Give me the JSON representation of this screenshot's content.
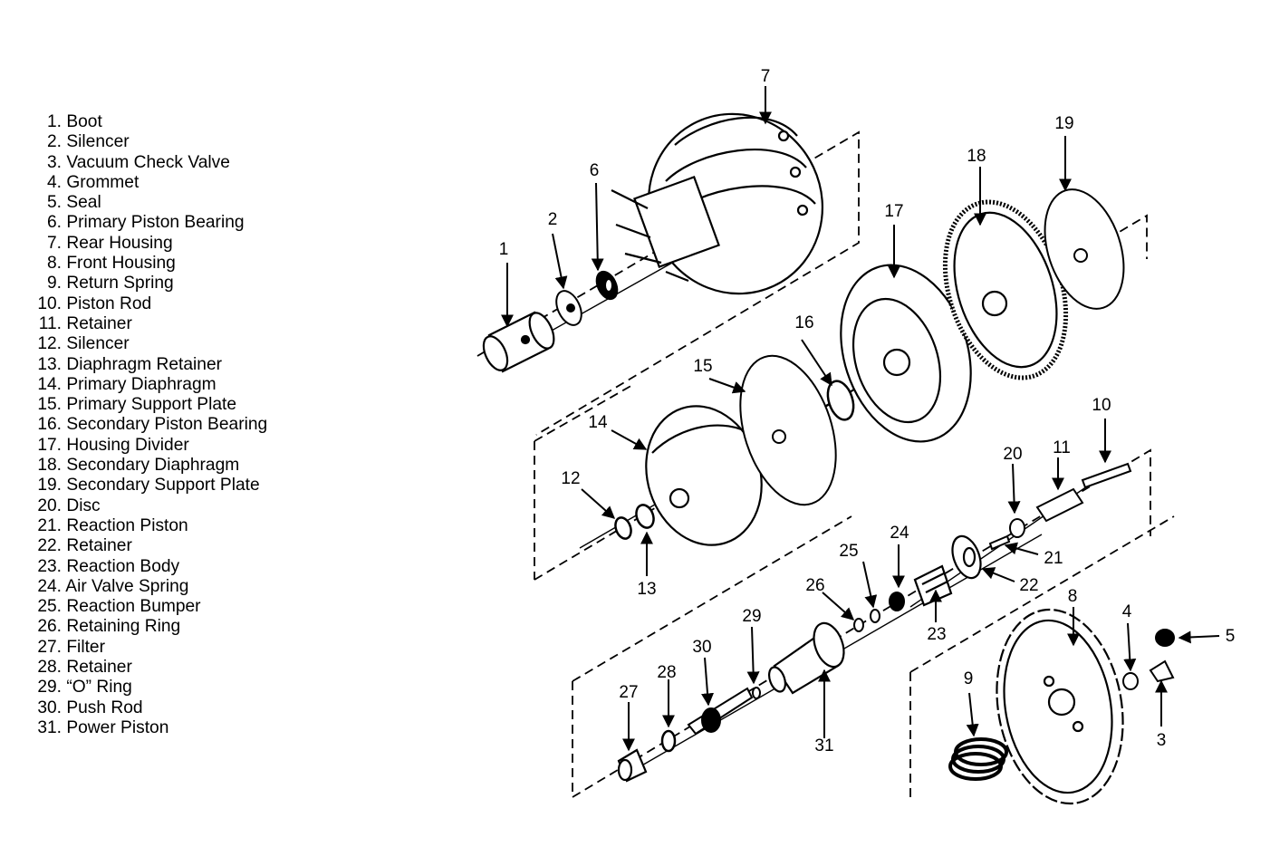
{
  "legend": [
    {
      "num": "1.",
      "label": "Boot"
    },
    {
      "num": "2.",
      "label": "Silencer"
    },
    {
      "num": "3.",
      "label": "Vacuum Check Valve"
    },
    {
      "num": "4.",
      "label": "Grommet"
    },
    {
      "num": "5.",
      "label": "Seal"
    },
    {
      "num": "6.",
      "label": "Primary Piston Bearing"
    },
    {
      "num": "7.",
      "label": "Rear Housing"
    },
    {
      "num": "8.",
      "label": "Front Housing"
    },
    {
      "num": "9.",
      "label": "Return Spring"
    },
    {
      "num": "10.",
      "label": "Piston Rod"
    },
    {
      "num": "11.",
      "label": "Retainer"
    },
    {
      "num": "12.",
      "label": "Silencer"
    },
    {
      "num": "13.",
      "label": "Diaphragm Retainer"
    },
    {
      "num": "14.",
      "label": "Primary Diaphragm"
    },
    {
      "num": "15.",
      "label": "Primary Support Plate"
    },
    {
      "num": "16.",
      "label": "Secondary Piston Bearing"
    },
    {
      "num": "17.",
      "label": "Housing Divider"
    },
    {
      "num": "18.",
      "label": "Secondary Diaphragm"
    },
    {
      "num": "19.",
      "label": "Secondary Support Plate"
    },
    {
      "num": "20.",
      "label": "Disc"
    },
    {
      "num": "21.",
      "label": "Reaction Piston"
    },
    {
      "num": "22.",
      "label": "Retainer"
    },
    {
      "num": "23.",
      "label": "Reaction Body"
    },
    {
      "num": "24.",
      "label": "Air Valve Spring"
    },
    {
      "num": "25.",
      "label": "Reaction Bumper"
    },
    {
      "num": "26.",
      "label": "Retaining Ring"
    },
    {
      "num": "27.",
      "label": "Filter"
    },
    {
      "num": "28.",
      "label": "Retainer"
    },
    {
      "num": "29.",
      "label": "“O” Ring"
    },
    {
      "num": "30.",
      "label": "Push Rod"
    },
    {
      "num": "31.",
      "label": "Power Piston"
    }
  ],
  "callouts": [
    "1",
    "2",
    "3",
    "4",
    "5",
    "6",
    "7",
    "8",
    "9",
    "10",
    "11",
    "12",
    "13",
    "14",
    "15",
    "16",
    "17",
    "18",
    "19",
    "20",
    "21",
    "22",
    "23",
    "24",
    "25",
    "26",
    "27",
    "28",
    "29",
    "30",
    "31"
  ]
}
